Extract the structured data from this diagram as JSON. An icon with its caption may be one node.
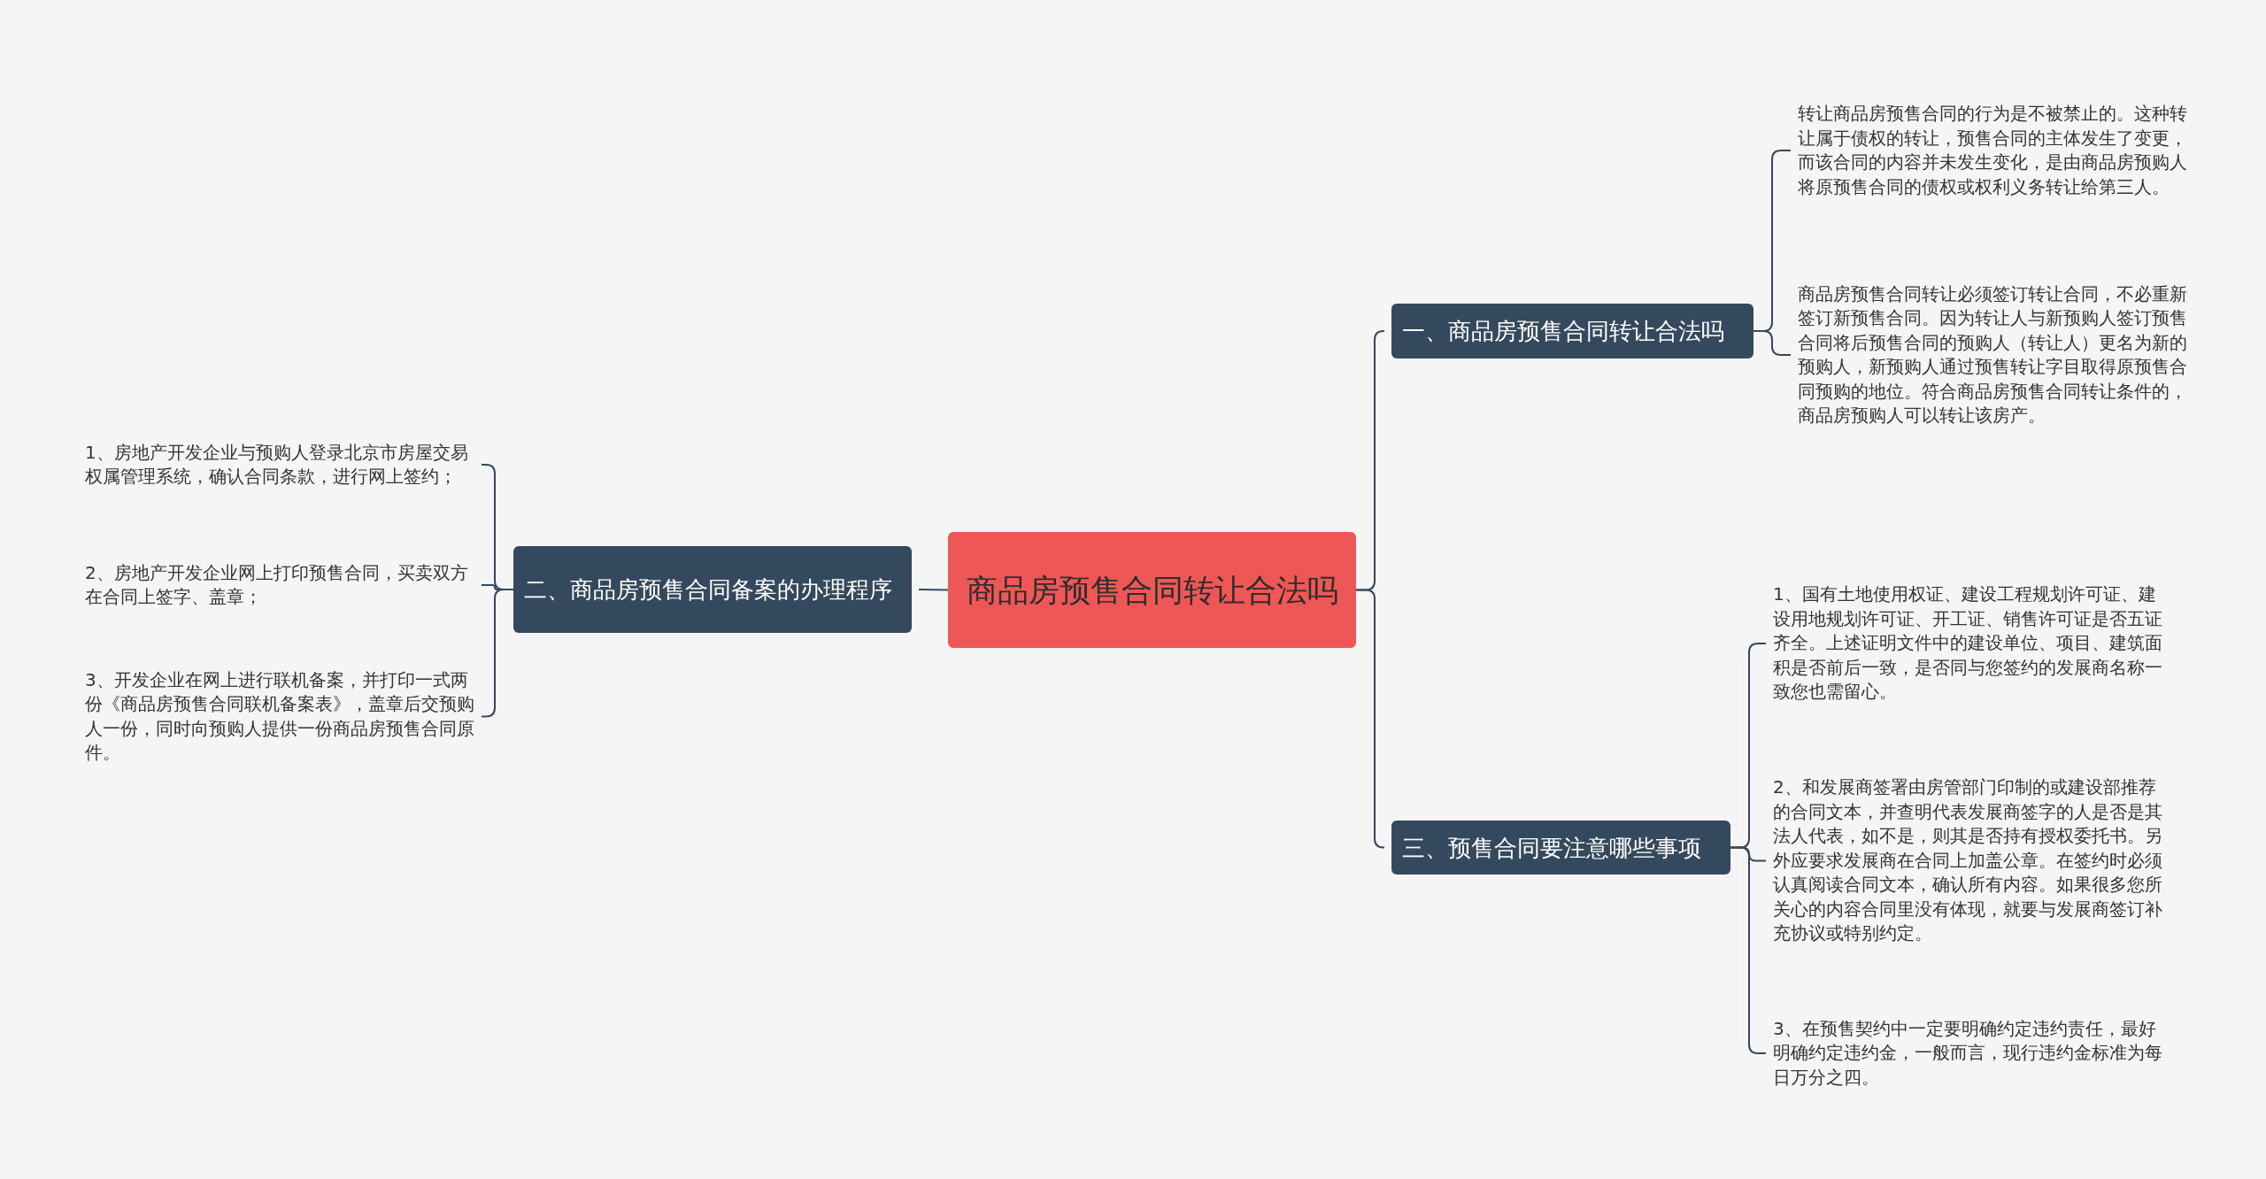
{
  "diagram": {
    "nodes": [
      {
        "text": [
          "商品房预售合同转让合法吗"
        ]
      },
      {
        "text": [
          "一、商品房预售合同转让合法吗"
        ]
      },
      {
        "text": [
          "转让商品房预售合同的行为是不被禁止的。这种转让属于债权的转让，预售合同的主体发生了变更，而该合同的内容并未发生变化，是由商品房预购人将原预售合同的债权或权利义务转让给第三人。"
        ]
      },
      {
        "text": [
          "商品房预售合同转让必须签订转让合同，不必重新签订新预售合同。因为转让人与新预购人签订预售合同将后预售合同的预购人（转让人）更名为新的预购人，新预购人通过预售转让字目取得原预售合同预购的地位。符合商品房预售合同转让条件的，商品房预购人可以转让该房产。"
        ]
      },
      {
        "text": [
          "二、商品房预售合同备案的办理程序"
        ]
      },
      {
        "text": [
          "1、房地产开发企业与预购人登录北京市房屋交易权属管理系统，确认合同条款，进行网上签约；"
        ]
      },
      {
        "text": [
          "2、房地产开发企业网上打印预售合同，买卖双方在合同上签字、盖章；"
        ]
      },
      {
        "text": [
          "3、开发企业在网上进行联机备案，并打印一式两份《商品房预售合同联机备案表》，盖章后交预购人一份，同时向预购人提供一份商品房预售合同原件。"
        ]
      },
      {
        "text": [
          "三、预售合同要注意哪些事项"
        ]
      },
      {
        "text": [
          "1、国有土地使用权证、建设工程规划许可证、建设用地规划许可证、开工证、销售许可证是否五证齐全。上述证明文件中的建设单位、项目、建筑面积是否前后一致，是否同与您签约的发展商名称一致您也需留心。"
        ]
      },
      {
        "text": [
          "2、和发展商签署由房管部门印制的或建设部推荐的合同文本，并查明代表发展商签字的人是否是其法人代表，如不是，则其是否持有授权委托书。另外应要求发展商在合同上加盖公章。在签约时必须认真阅读合同文本，确认所有内容。如果很多您所关心的内容合同里没有体现，就要与发展商签订补充协议或特别约定。"
        ]
      },
      {
        "text": [
          "3、在预售契约中一定要明确约定违约责任，最好明确约定违约金，一般而言，现行违约金标准为每日万分之四。"
        ]
      }
    ],
    "edges": [
      {
        "from": 0,
        "to": 1,
        "arrow": "none"
      },
      {
        "from": 1,
        "to": 2,
        "arrow": "none"
      },
      {
        "from": 1,
        "to": 3,
        "arrow": "none"
      },
      {
        "from": 0,
        "to": 4,
        "arrow": "none"
      },
      {
        "from": 4,
        "to": 5,
        "arrow": "none"
      },
      {
        "from": 4,
        "to": 6,
        "arrow": "none"
      },
      {
        "from": 4,
        "to": 7,
        "arrow": "none"
      },
      {
        "from": 0,
        "to": 8,
        "arrow": "none"
      },
      {
        "from": 8,
        "to": 9,
        "arrow": "none"
      },
      {
        "from": 8,
        "to": 10,
        "arrow": "none"
      },
      {
        "from": 8,
        "to": 11,
        "arrow": "none"
      }
    ]
  }
}
